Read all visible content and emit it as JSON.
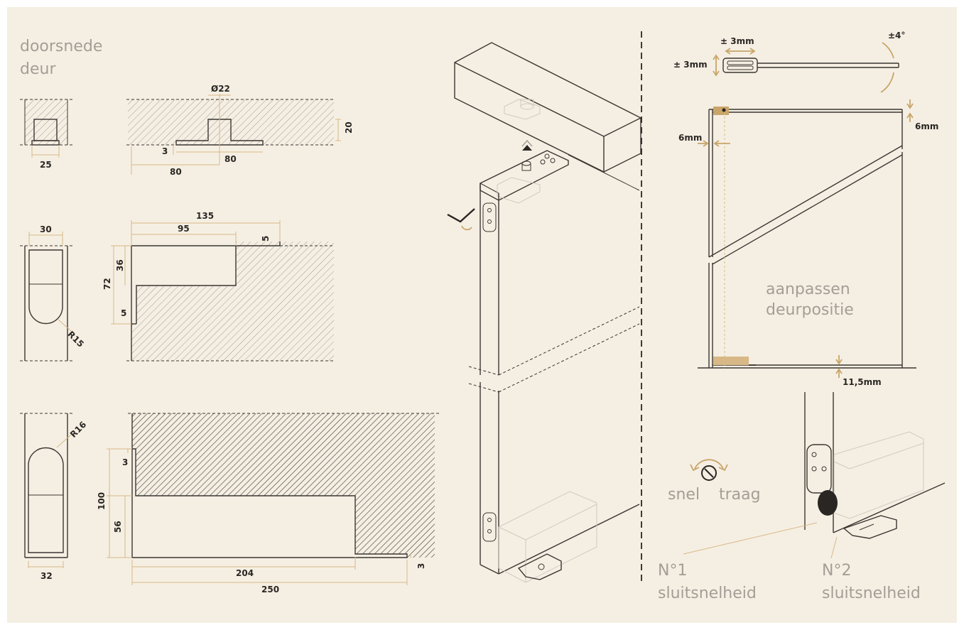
{
  "colors": {
    "background": "#f5efe3",
    "line": "#3a3632",
    "dimension": "#d8b887",
    "accent": "#c9a56a",
    "label_grey": "#a39e96"
  },
  "labels": {
    "section_line1": "doorsnede",
    "section_line2": "deur",
    "adjust_line1": "aanpassen",
    "adjust_line2": "deurpositie",
    "speed_fast": "snel",
    "speed_slow": "traag",
    "n1_line1": "N°1",
    "n1_line2": "sluitsnelheid",
    "n2_line1": "N°2",
    "n2_line2": "sluitsnelheid"
  },
  "dimensions": {
    "d_22": "Ø22",
    "d_20": "20",
    "d_25": "25",
    "d_3a": "3",
    "d_80a": "80",
    "d_80b": "80",
    "d_30": "30",
    "d_135": "135",
    "d_95": "95",
    "d_5a": "5",
    "d_36": "36",
    "d_72": "72",
    "d_5b": "5",
    "d_r15": "R15",
    "d_r16": "R16",
    "d_3b": "3",
    "d_100": "100",
    "d_56": "56",
    "d_32": "32",
    "d_204": "204",
    "d_250": "250",
    "d_3c": "3",
    "d_pm3a": "± 3mm",
    "d_pm3b": "± 3mm",
    "d_pm4": "±4°",
    "d_6a": "6mm",
    "d_6b": "6mm",
    "d_115": "11,5mm"
  }
}
